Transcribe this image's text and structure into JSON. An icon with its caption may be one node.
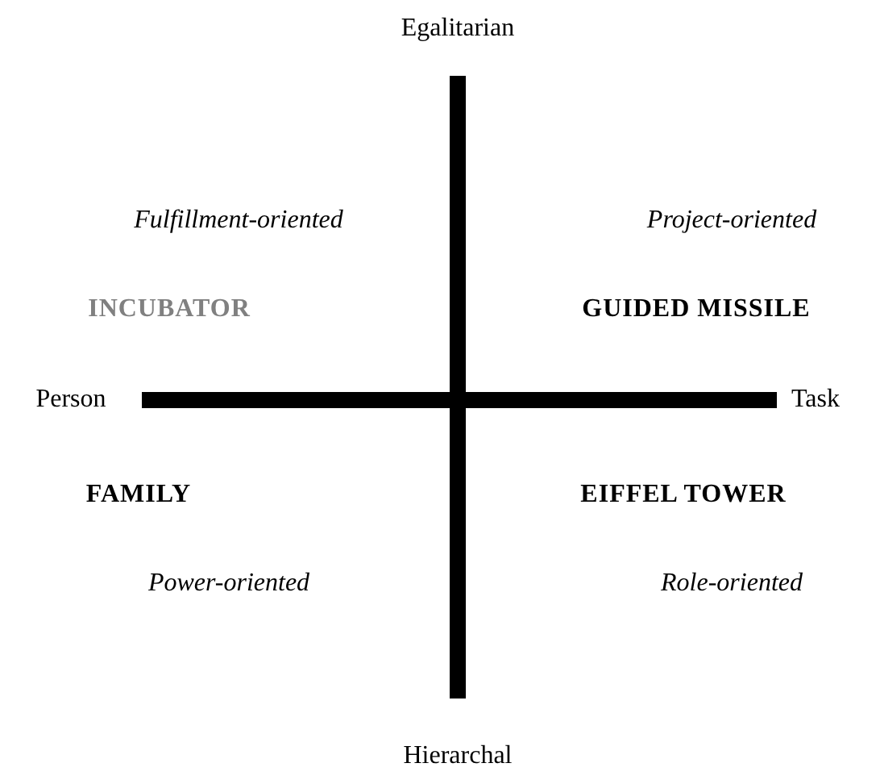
{
  "diagram": {
    "labels": [
      "Egalitarian",
      "Fulfillment-oriented",
      "Project-oriented",
      "INCUBATOR",
      "GUIDED MISSILE",
      "Person",
      "Task",
      "FAMILY",
      "EIFFEL TOWER",
      "Power-oriented",
      "Role-oriented",
      "Hierarchal"
    ]
  }
}
